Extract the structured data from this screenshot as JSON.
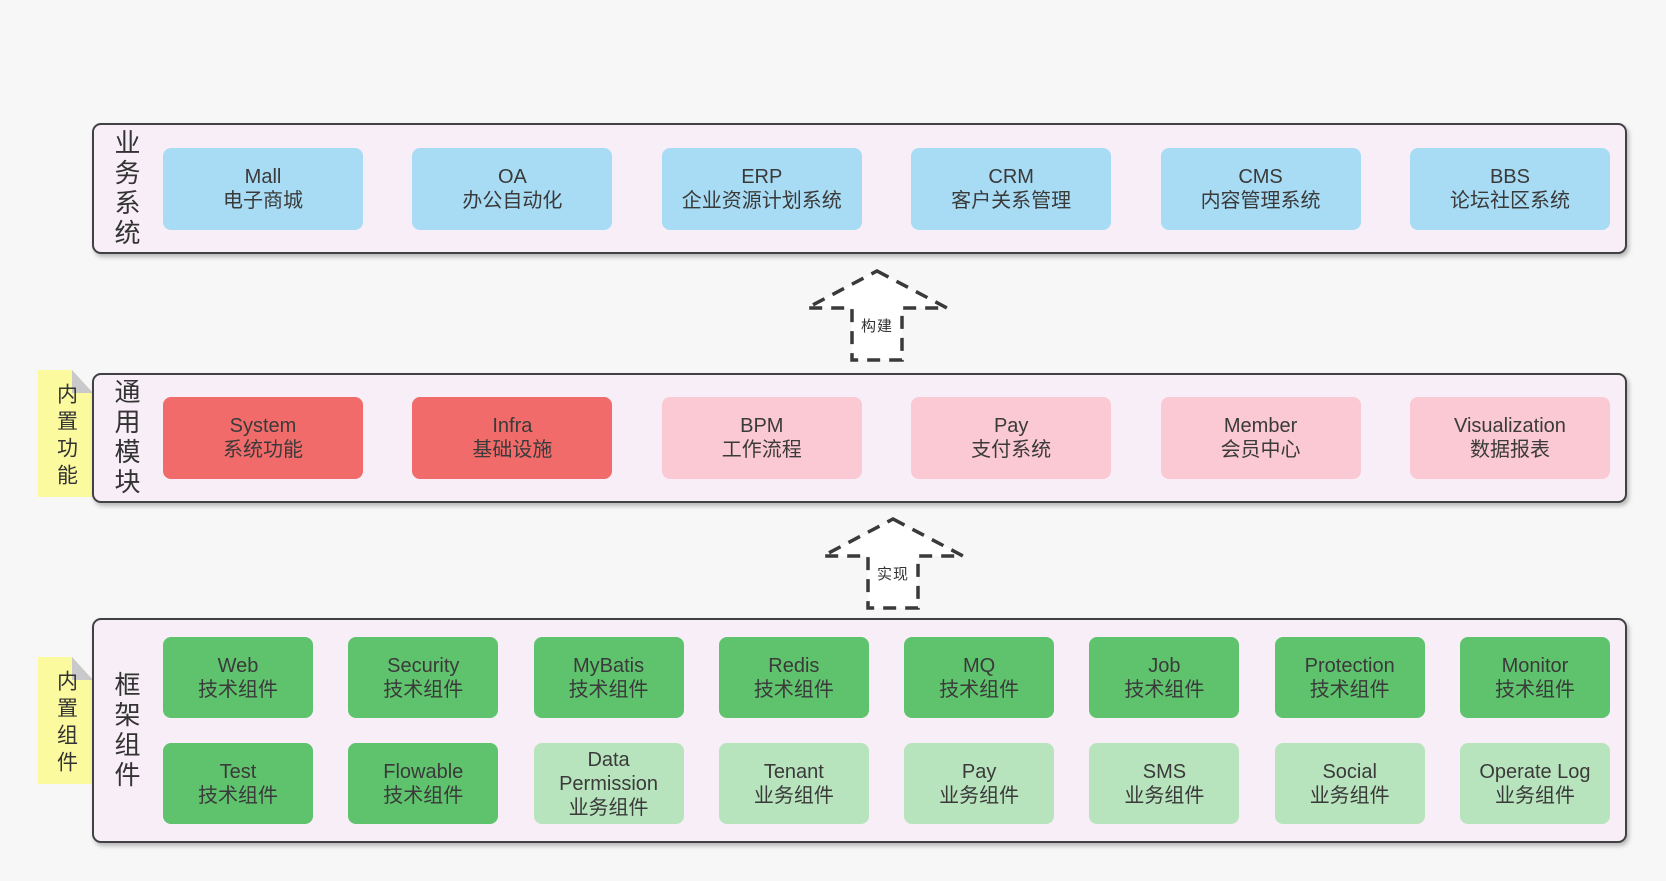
{
  "diagram": {
    "background_color": "#f7f7f7",
    "panel_background": "#f8eef7",
    "panel_border_color": "#414144",
    "text_color": "#333333",
    "colors": {
      "blue": "#a8dbf4",
      "red": "#f26b6b",
      "pink": "#fac9d3",
      "green": "#5fc36d",
      "light_green": "#b8e4bd",
      "sticky_yellow": "#fbfa9f",
      "sticky_fold_gray": "#c9c9cb"
    }
  },
  "arrows": [
    {
      "label": "构建",
      "direction": "up",
      "style": "dashed-outline"
    },
    {
      "label": "实现",
      "direction": "up",
      "style": "dashed-outline"
    }
  ],
  "layers": {
    "business": {
      "label": "业务系统",
      "boxes": [
        {
          "name": "Mall",
          "subtitle": "电子商城",
          "type": "blue"
        },
        {
          "name": "OA",
          "subtitle": "办公自动化",
          "type": "blue"
        },
        {
          "name": "ERP",
          "subtitle": "企业资源计划系统",
          "type": "blue"
        },
        {
          "name": "CRM",
          "subtitle": "客户关系管理",
          "type": "blue"
        },
        {
          "name": "CMS",
          "subtitle": "内容管理系统",
          "type": "blue"
        },
        {
          "name": "BBS",
          "subtitle": "论坛社区系统",
          "type": "blue"
        }
      ]
    },
    "common": {
      "label": "通用模块",
      "tag": "内置功能",
      "boxes": [
        {
          "name": "System",
          "subtitle": "系统功能",
          "type": "red"
        },
        {
          "name": "Infra",
          "subtitle": "基础设施",
          "type": "red"
        },
        {
          "name": "BPM",
          "subtitle": "工作流程",
          "type": "pink"
        },
        {
          "name": "Pay",
          "subtitle": "支付系统",
          "type": "pink"
        },
        {
          "name": "Member",
          "subtitle": "会员中心",
          "type": "pink"
        },
        {
          "name": "Visualization",
          "subtitle": "数据报表",
          "type": "pink"
        }
      ]
    },
    "framework": {
      "label": "框架组件",
      "tag": "内置组件",
      "rows": [
        [
          {
            "name": "Web",
            "subtitle": "技术组件",
            "type": "green"
          },
          {
            "name": "Security",
            "subtitle": "技术组件",
            "type": "green"
          },
          {
            "name": "MyBatis",
            "subtitle": "技术组件",
            "type": "green"
          },
          {
            "name": "Redis",
            "subtitle": "技术组件",
            "type": "green"
          },
          {
            "name": "MQ",
            "subtitle": "技术组件",
            "type": "green"
          },
          {
            "name": "Job",
            "subtitle": "技术组件",
            "type": "green"
          },
          {
            "name": "Protection",
            "subtitle": "技术组件",
            "type": "green"
          },
          {
            "name": "Monitor",
            "subtitle": "技术组件",
            "type": "green"
          }
        ],
        [
          {
            "name": "Test",
            "subtitle": "技术组件",
            "type": "green"
          },
          {
            "name": "Flowable",
            "subtitle": "技术组件",
            "type": "green"
          },
          {
            "name": "Data Permission",
            "subtitle": "业务组件",
            "type": "light_green"
          },
          {
            "name": "Tenant",
            "subtitle": "业务组件",
            "type": "light_green"
          },
          {
            "name": "Pay",
            "subtitle": "业务组件",
            "type": "light_green"
          },
          {
            "name": "SMS",
            "subtitle": "业务组件",
            "type": "light_green"
          },
          {
            "name": "Social",
            "subtitle": "业务组件",
            "type": "light_green"
          },
          {
            "name": "Operate Log",
            "subtitle": "业务组件",
            "type": "light_green"
          }
        ]
      ]
    }
  }
}
